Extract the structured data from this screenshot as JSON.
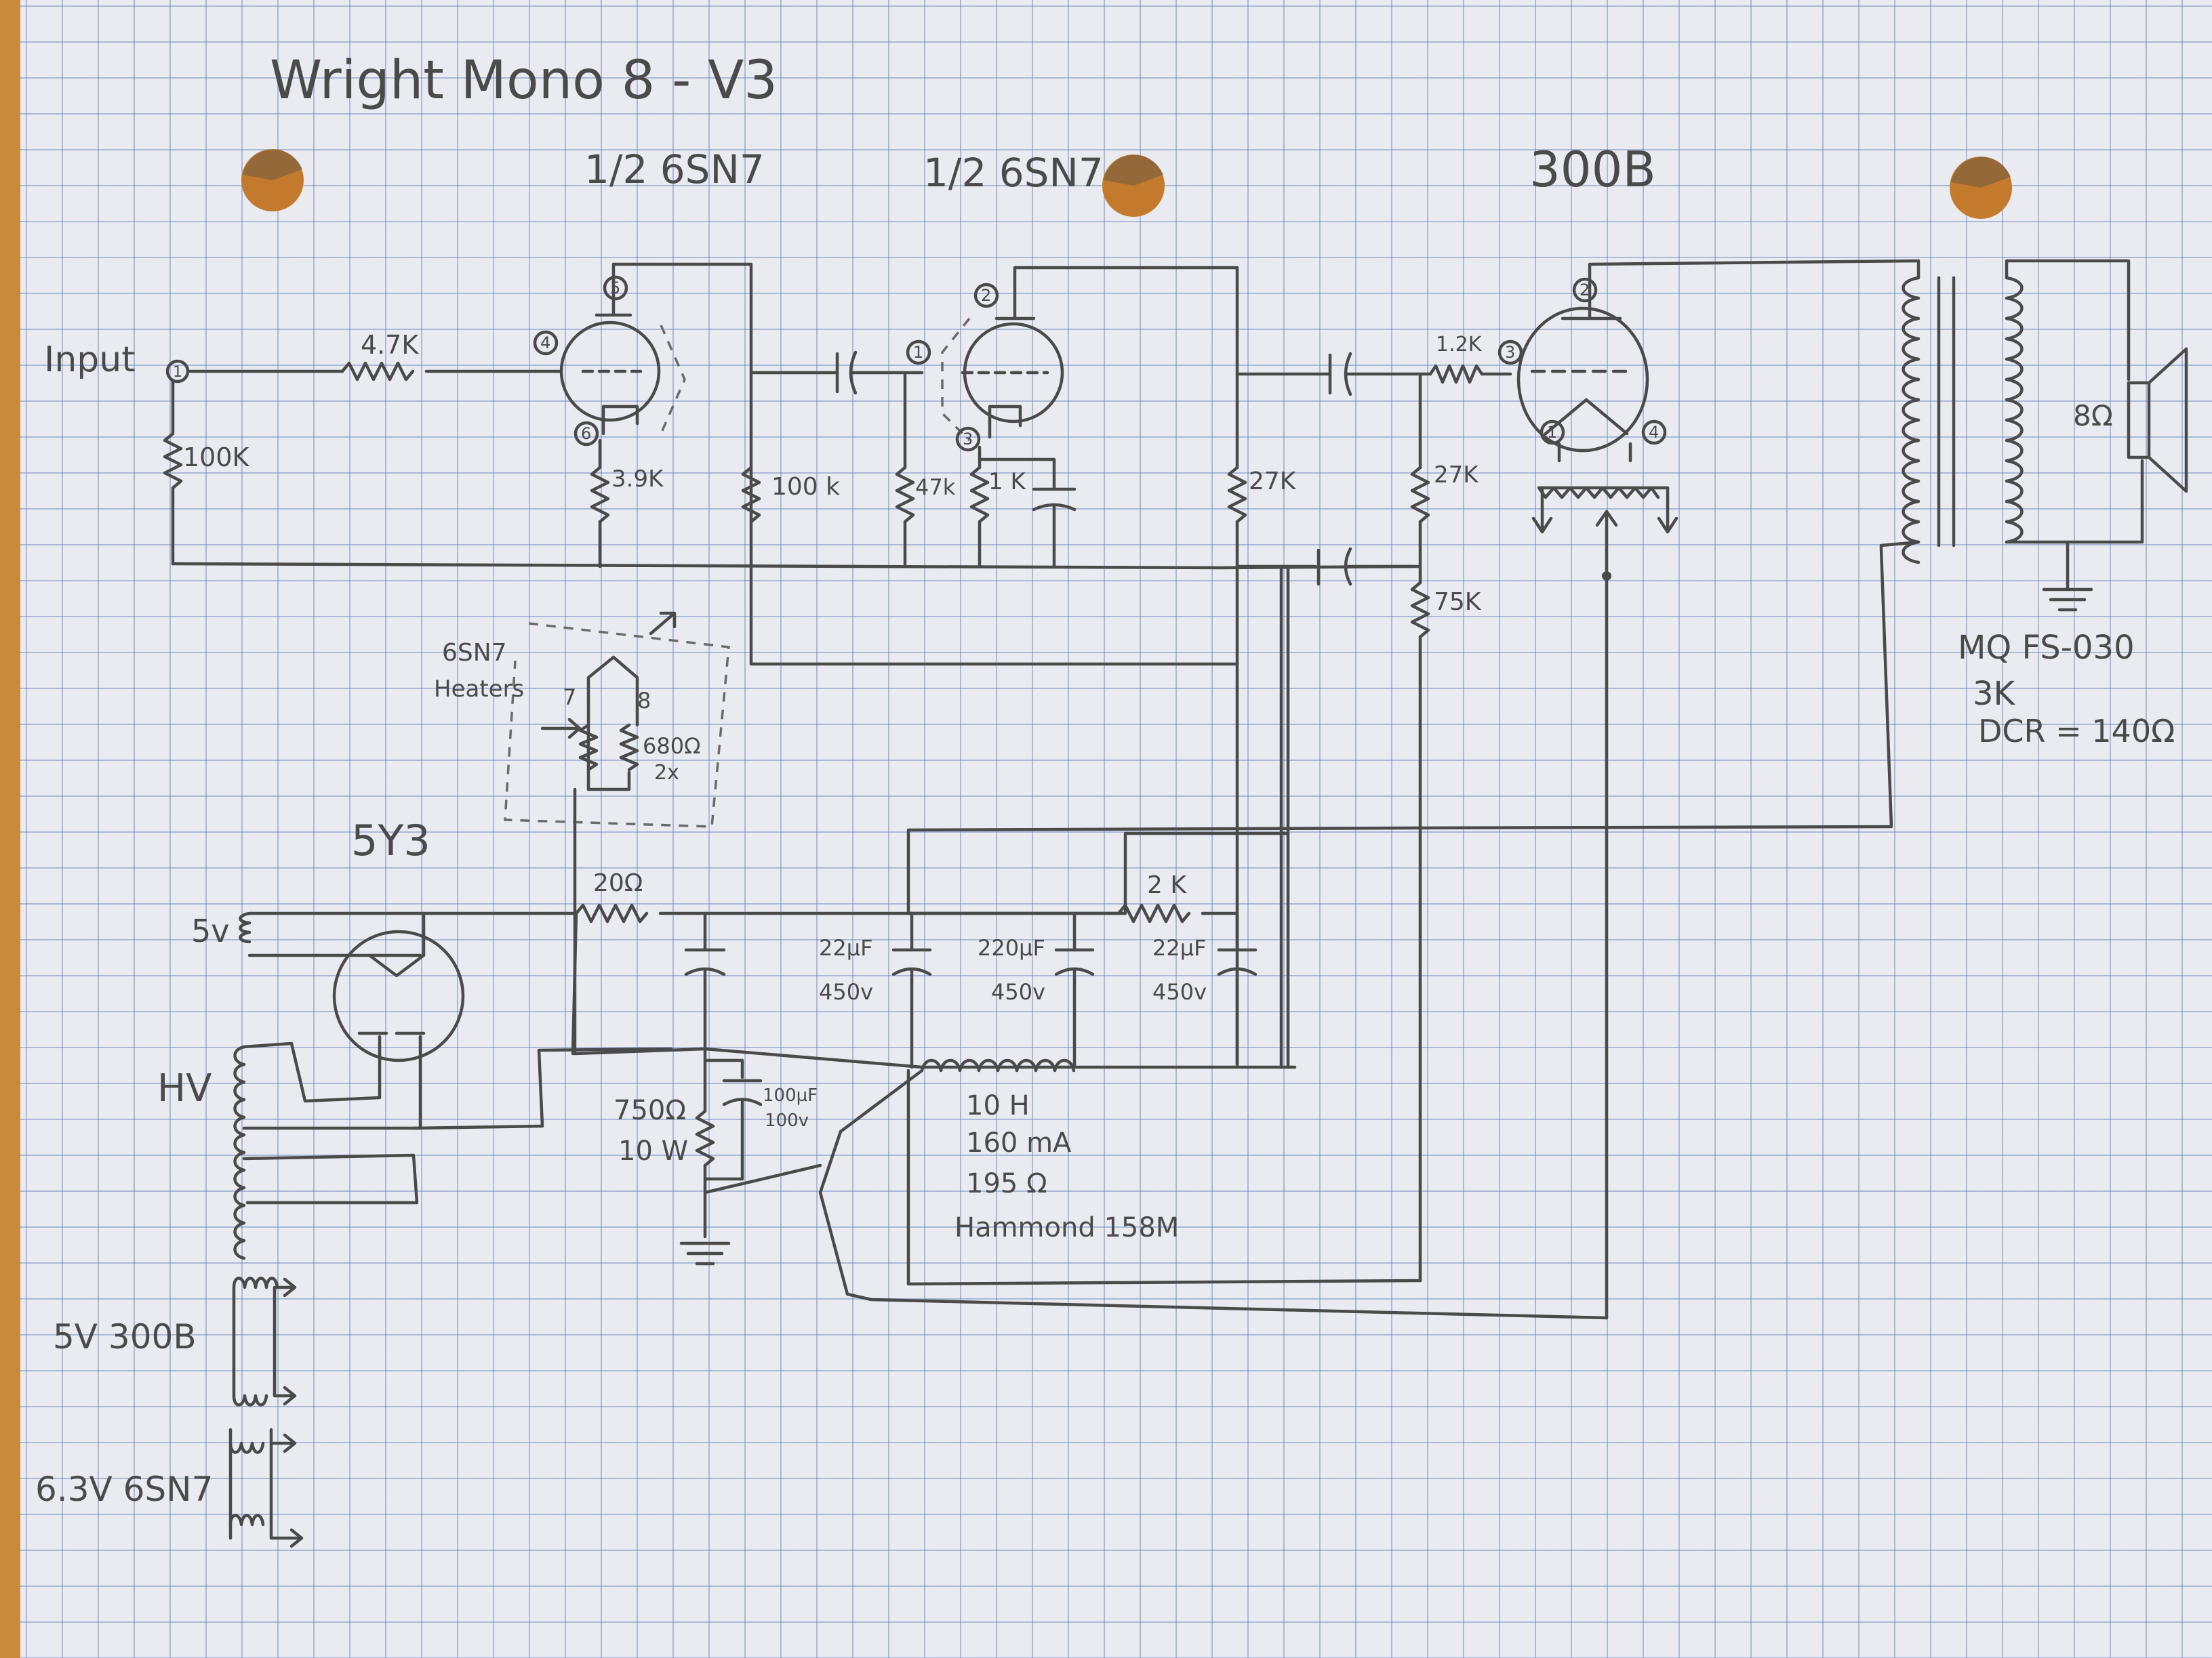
{
  "title": "Wright Mono 8 - V3",
  "tubes": {
    "input_stage": "1/2 6SN7",
    "driver_stage": "1/2 6SN7",
    "output": "300B",
    "rectifier": "5Y3"
  },
  "input": {
    "label": "Input",
    "pin": "1"
  },
  "pins": {
    "v1_plate": "5",
    "v1_grid": "4",
    "v1_cathode": "6",
    "v2_plate": "2",
    "v2_grid": "1",
    "v2_cathode": "3",
    "v3_plate": "2",
    "v3_grid": "3",
    "v3_fil_a": "1",
    "v3_fil_b": "4"
  },
  "resistors": {
    "grid_stopper_1": "4.7K",
    "input_grid_leak": "100K",
    "v1_cathode": "3.9K",
    "v1_plate_load": "100 k",
    "v2_grid_leak": "47k",
    "v2_cathode": "1 K",
    "v2_plate_load": "27K",
    "v3_grid_stopper": "1.2K",
    "v3_grid_leak": "27K",
    "v3_bias_divider": "75K",
    "heater_dropper": "680Ω",
    "heater_dropper_qty": "2x",
    "filter_1": "20Ω",
    "filter_2": "2 K",
    "bleeder": "750Ω",
    "bleeder_power": "10 W"
  },
  "capacitors": {
    "c1": "22µF",
    "c1_v": "450v",
    "c2": "220µF",
    "c2_v": "450v",
    "c3": "22µF",
    "c3_v": "450v",
    "c4": "100µF",
    "c4_v": "100v"
  },
  "heater_block": {
    "label1": "6SN7",
    "label2": "Heaters",
    "pin_a": "7",
    "pin_b": "8"
  },
  "choke": {
    "inductance": "10 H",
    "current": "160 mA",
    "dcr": "195 Ω",
    "part": "Hammond 158M"
  },
  "output_transformer": {
    "part": "MQ FS-030",
    "primary": "3K",
    "dcr": "DCR = 140Ω",
    "speaker": "8Ω"
  },
  "power_windings": {
    "rect_heater": "5v",
    "hv": "HV",
    "heater_300b": "5V 300B",
    "heater_6sn7": "6.3V 6SN7"
  }
}
